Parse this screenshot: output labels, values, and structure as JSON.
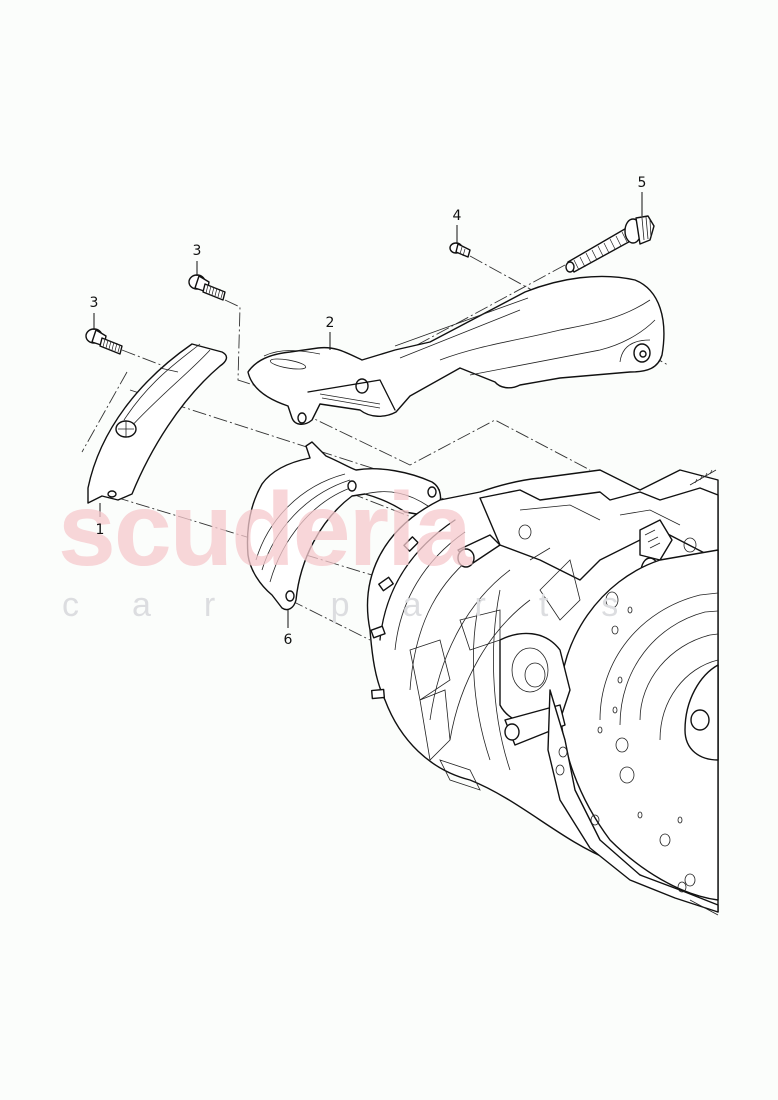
{
  "diagram": {
    "type": "exploded-parts-view",
    "subject": "transmission heat shields / brackets with fasteners",
    "background_color": "#fbfdfb",
    "line_color": "#111111"
  },
  "watermark": {
    "main_text": "scuderia",
    "sub_text": "car parts",
    "main_color": "#f6c9cd",
    "sub_color": "#dcdde0"
  },
  "callouts": [
    {
      "id": "1",
      "label": "1",
      "part": "heat shield (curved, left)"
    },
    {
      "id": "2",
      "label": "2",
      "part": "heat shield bracket (long)"
    },
    {
      "id": "3a",
      "label": "3",
      "part": "bolt (left)"
    },
    {
      "id": "3b",
      "label": "3",
      "part": "bolt (upper)"
    },
    {
      "id": "4",
      "label": "4",
      "part": "bolt (small)"
    },
    {
      "id": "5",
      "label": "5",
      "part": "bolt (long, flanged)"
    },
    {
      "id": "6",
      "label": "6",
      "part": "heat shield (arc bracket)"
    }
  ]
}
